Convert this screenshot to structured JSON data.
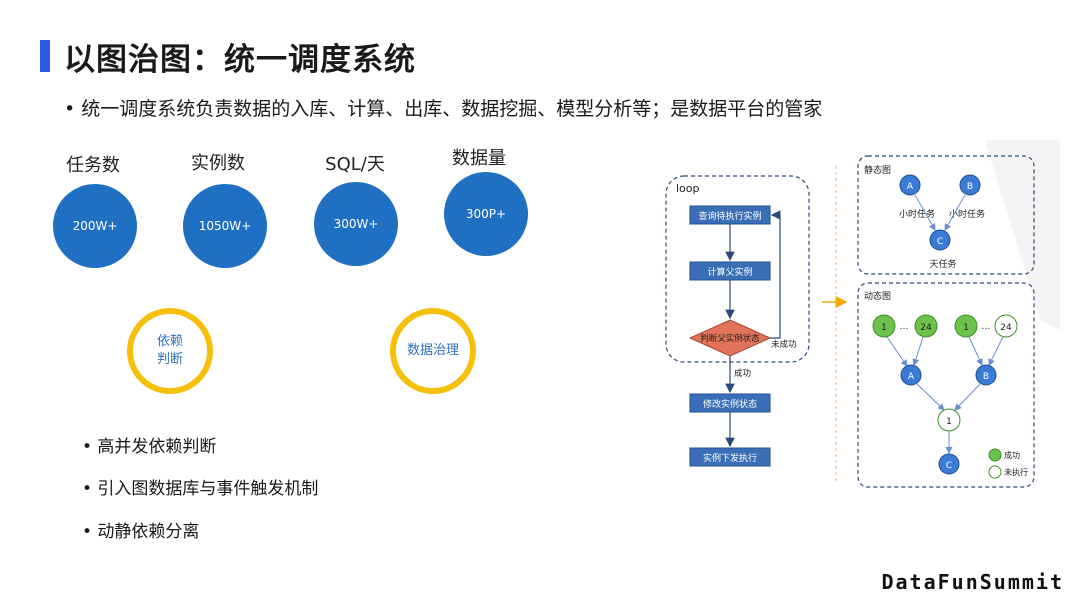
{
  "title": "以图治图：统一调度系统",
  "subtitle": "• 统一调度系统负责数据的入库、计算、出库、数据挖掘、模型分析等；是数据平台的管家",
  "stats": [
    {
      "label": "任务数",
      "value": "200W+"
    },
    {
      "label": "实例数",
      "value": "1050W+"
    },
    {
      "label": "SQL/天",
      "value": "300W+"
    },
    {
      "label": "数据量",
      "value": "300P+"
    }
  ],
  "rings": [
    {
      "text": "依赖\n判断"
    },
    {
      "text": "数据治理"
    }
  ],
  "bullets": [
    "• 高并发依赖判断",
    "• 引入图数据库与事件触发机制",
    "• 动静依赖分离"
  ],
  "flow": {
    "loop_label": "loop",
    "step1": "查询待执行实例",
    "step2": "计算父实例",
    "decision": "判断父实例状态",
    "not_success": "未成功",
    "success": "成功",
    "step3": "修改实例状态",
    "step4": "实例下发执行"
  },
  "static_graph": {
    "title": "静态图",
    "node_a": "A",
    "node_b": "B",
    "node_c": "C",
    "label_a": "小时任务",
    "label_b": "小时任务",
    "label_c": "天任务"
  },
  "dynamic_graph": {
    "title": "动态图",
    "n1a": "1",
    "dots_a": "…",
    "n24a": "24",
    "n1b": "1",
    "dots_b": "…",
    "n24b": "24",
    "node_a": "A",
    "node_b": "B",
    "node_mid": "1",
    "node_c": "C",
    "legend_success": "成功",
    "legend_not": "未执行"
  },
  "brand": "DataFunSummit",
  "colors": {
    "accent": "#2f5be0",
    "blue": "#1f6fc2",
    "ring": "#f5bf0a",
    "green": "#6cc24a",
    "node": "#3a7bd5"
  }
}
